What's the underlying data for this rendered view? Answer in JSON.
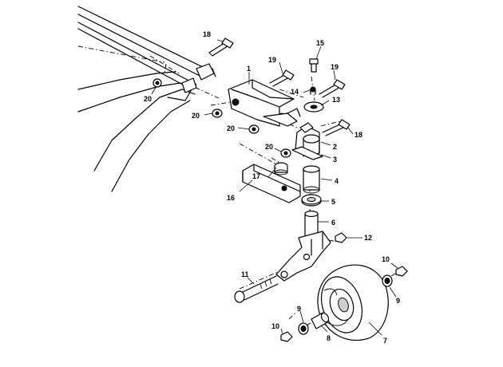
{
  "callouts": [
    {
      "id": "c1",
      "text": "1"
    },
    {
      "id": "c2",
      "text": "2"
    },
    {
      "id": "c3",
      "text": "3"
    },
    {
      "id": "c4",
      "text": "4"
    },
    {
      "id": "c5",
      "text": "5"
    },
    {
      "id": "c6",
      "text": "6"
    },
    {
      "id": "c7",
      "text": "7"
    },
    {
      "id": "c8",
      "text": "8"
    },
    {
      "id": "c9a",
      "text": "9"
    },
    {
      "id": "c9b",
      "text": "9"
    },
    {
      "id": "c10a",
      "text": "10"
    },
    {
      "id": "c10b",
      "text": "10"
    },
    {
      "id": "c11",
      "text": "11"
    },
    {
      "id": "c12",
      "text": "12"
    },
    {
      "id": "c13",
      "text": "13"
    },
    {
      "id": "c14",
      "text": "14"
    },
    {
      "id": "c15",
      "text": "15"
    },
    {
      "id": "c16",
      "text": "16"
    },
    {
      "id": "c17",
      "text": "17"
    },
    {
      "id": "c18a",
      "text": "18"
    },
    {
      "id": "c18b",
      "text": "18"
    },
    {
      "id": "c19a",
      "text": "19"
    },
    {
      "id": "c19b",
      "text": "19"
    },
    {
      "id": "c20a",
      "text": "20"
    },
    {
      "id": "c20b",
      "text": "20"
    },
    {
      "id": "c20c",
      "text": "20"
    },
    {
      "id": "c20d",
      "text": "20"
    }
  ]
}
